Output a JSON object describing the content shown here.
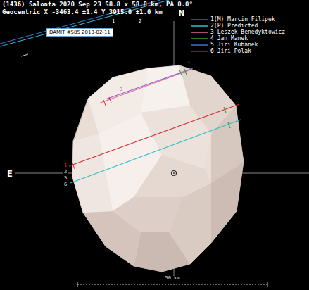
{
  "diagram": {
    "title": "(1436) Salonta 2020 Sep 23  58.8 x 58.8 km, PA 0.0°",
    "nodes": [
      {
        "text": [
          "DAMIT #585 2013-02-11"
        ]
      }
    ],
    "labels": [
      "Geocentric X -3463.4 ±1.4 Y 3915.0 ±1.0 km",
      "N",
      "E",
      "1",
      "2",
      "3",
      "4",
      "1",
      "2",
      "5",
      "6",
      "50 km"
    ],
    "legend": [
      {
        "text": "1(M) Marcin Filipek"
      },
      {
        "text": "2(P) Predicted"
      },
      {
        "text": "3 Leszek Benedyktowicz"
      },
      {
        "text": "4 Jan Manek"
      },
      {
        "text": "5 Jiri Kubanek"
      },
      {
        "text": "6 Jiri Polak"
      }
    ]
  }
}
